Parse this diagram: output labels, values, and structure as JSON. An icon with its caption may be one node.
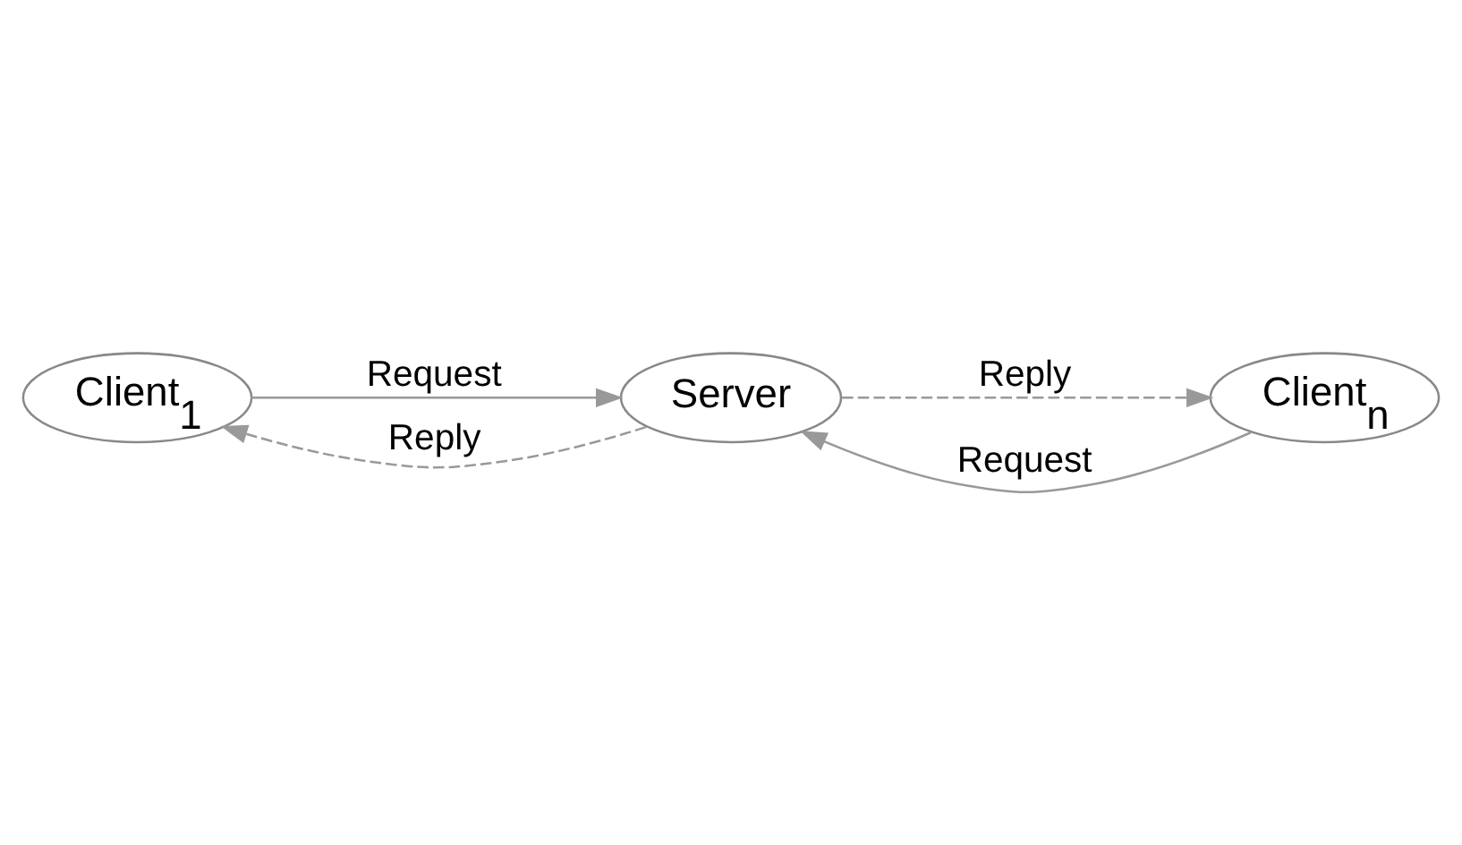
{
  "diagram": {
    "nodes": [
      {
        "text": [
          "Client$_{1}$"
        ]
      },
      {
        "text": [
          "Server"
        ]
      },
      {
        "text": [
          "Client$_{n}$"
        ]
      }
    ],
    "edges": [
      {
        "from": 0,
        "to": 1,
        "arrow": "to",
        "label": "Request"
      },
      {
        "from": 1,
        "to": 0,
        "arrow": "to",
        "label": "Reply",
        "style": "dashed"
      },
      {
        "from": 2,
        "to": 1,
        "arrow": "to",
        "label": "Request"
      },
      {
        "from": 1,
        "to": 2,
        "arrow": "to",
        "label": "Reply",
        "style": "dashed"
      }
    ]
  }
}
